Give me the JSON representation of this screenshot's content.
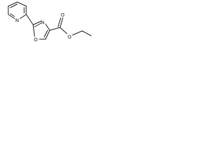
{
  "molecule": {
    "atom_labels": {
      "pyridine_n": "N",
      "oxazole_n": "N",
      "oxazole_o": "O",
      "carbonyl_o": "O",
      "ester_o": "O"
    }
  }
}
